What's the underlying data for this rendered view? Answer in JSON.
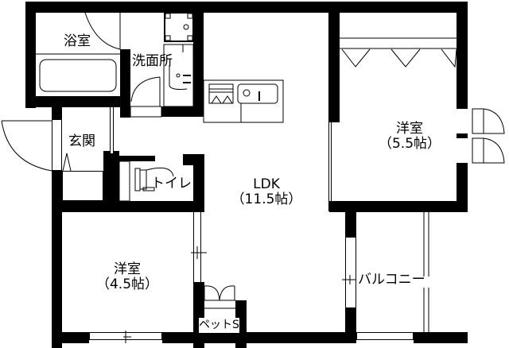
{
  "floor_plan": {
    "rooms": [
      {
        "id": "bathroom",
        "name": "浴室"
      },
      {
        "id": "washroom",
        "name": "洗面所"
      },
      {
        "id": "entrance",
        "name": "玄関"
      },
      {
        "id": "toilet",
        "name": "トイレ"
      },
      {
        "id": "ldk",
        "name": "LDK",
        "size": "（11.5帖）"
      },
      {
        "id": "western-room-1",
        "name": "洋室",
        "size": "（5.5帖）"
      },
      {
        "id": "western-room-2",
        "name": "洋室",
        "size": "（4.5帖）"
      },
      {
        "id": "balcony",
        "name": "バルコニー"
      },
      {
        "id": "pet-storage",
        "name": "ペットS"
      }
    ],
    "colors": {
      "wall": "#000000",
      "background": "#ffffff"
    }
  }
}
